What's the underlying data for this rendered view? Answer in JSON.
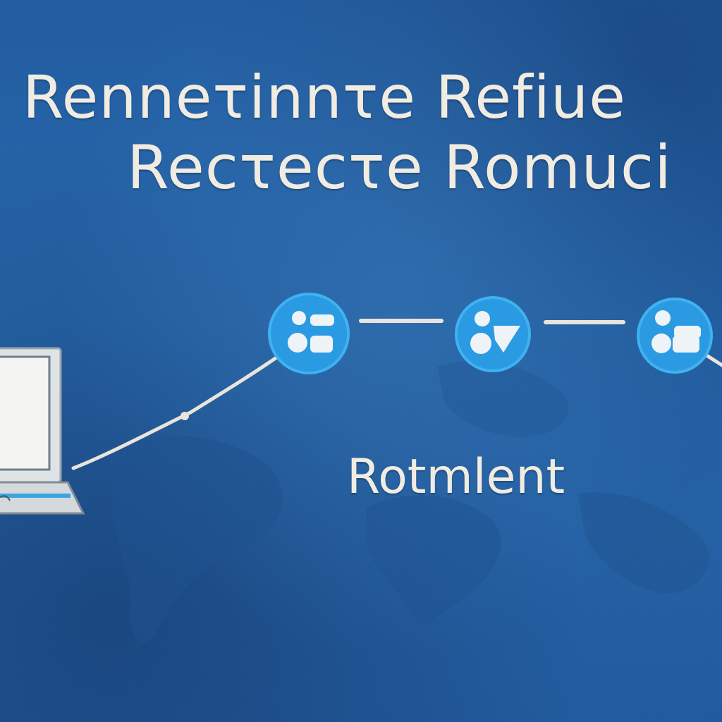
{
  "title": {
    "line1": "Renneτinnτe Refiue",
    "line2": "Recτecτe Romuci"
  },
  "diagram": {
    "label": "Rotmlent",
    "nodes": [
      {
        "icon": "people-group-icon"
      },
      {
        "icon": "people-chat-icon"
      },
      {
        "icon": "people-group-icon"
      }
    ],
    "device": "laptop-icon"
  },
  "colors": {
    "background": "#1e5ba3",
    "node_fill": "#2a9be3",
    "node_ring": "#3fb2f0",
    "text": "#f1ece2",
    "line": "#e9e5dc"
  }
}
